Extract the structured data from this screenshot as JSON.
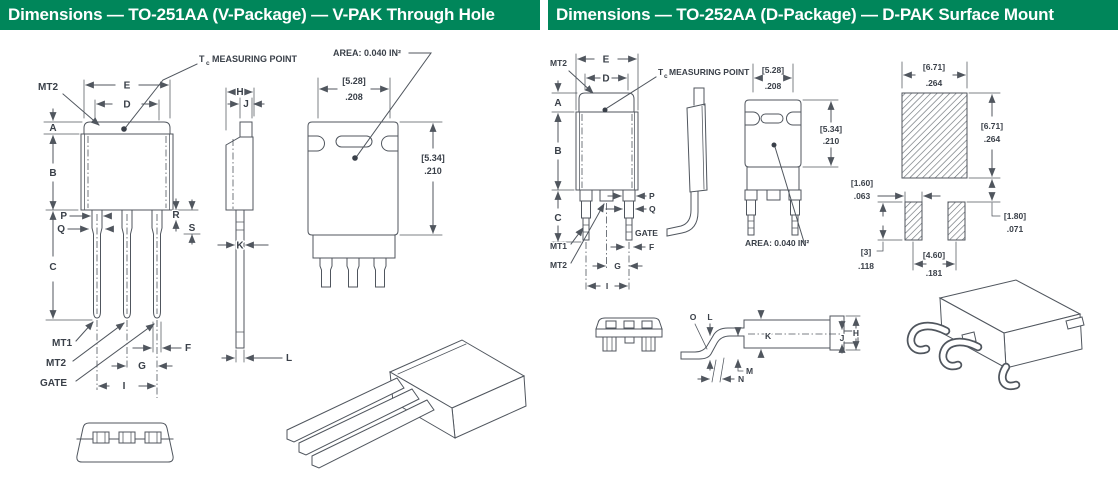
{
  "colors": {
    "header_green": "#00865A",
    "line_gray": "#50565E",
    "label_ink": "#3A4049"
  },
  "left_panel": {
    "title": "Dimensions — TO-251AA (V-Package) — V-PAK Through Hole",
    "annotations": {
      "tc_t": "T",
      "tc_sub": "c",
      "tc_rest": "MEASURING POINT",
      "area": "AREA: 0.040 IN²",
      "mt2_tab": "MT2",
      "mt1": "MT1",
      "mt2": "MT2",
      "gate": "GATE"
    },
    "dims": {
      "A": "A",
      "B": "B",
      "C": "C",
      "D": "D",
      "E": "E",
      "F": "F",
      "G": "G",
      "H": "H",
      "I": "I",
      "J": "J",
      "K": "K",
      "L": "L",
      "P": "P",
      "Q": "Q",
      "R": "R",
      "S": "S"
    },
    "measurements": {
      "tab_width_mm": "[5.28]",
      "tab_width_in": ".208",
      "tab_height_mm": "[5.34]",
      "tab_height_in": ".210"
    }
  },
  "right_panel": {
    "title": "Dimensions — TO-252AA (D-Package) — D-PAK Surface Mount",
    "annotations": {
      "tc_t": "T",
      "tc_sub": "c",
      "tc_rest": "MEASURING POINT",
      "area": "AREA: 0.040 IN²",
      "mt2_tab": "MT2",
      "mt1": "MT1",
      "mt2": "MT2",
      "gate": "GATE"
    },
    "dims": {
      "A": "A",
      "B": "B",
      "C": "C",
      "D": "D",
      "E": "E",
      "F": "F",
      "G": "G",
      "H": "H",
      "I": "I",
      "J": "J",
      "K": "K",
      "L": "L",
      "M": "M",
      "N": "N",
      "O": "O",
      "P": "P",
      "Q": "Q"
    },
    "measurements": {
      "tab_width_mm": "[5.28]",
      "tab_width_in": ".208",
      "tab_height_mm": "[5.34]",
      "tab_height_in": ".210",
      "pad_main_w_mm": "[6.71]",
      "pad_main_w_in": ".264",
      "pad_main_h_mm": "[6.71]",
      "pad_main_h_in": ".264",
      "pad_lead_w_mm": "[1.60]",
      "pad_lead_w_in": ".063",
      "pad_lead_h_mm": "[3]",
      "pad_lead_h_in": ".118",
      "pad_pitch_mm": "[4.60]",
      "pad_pitch_in": ".181",
      "pad_gap_mm": "[1.80]",
      "pad_gap_in": ".071"
    }
  }
}
